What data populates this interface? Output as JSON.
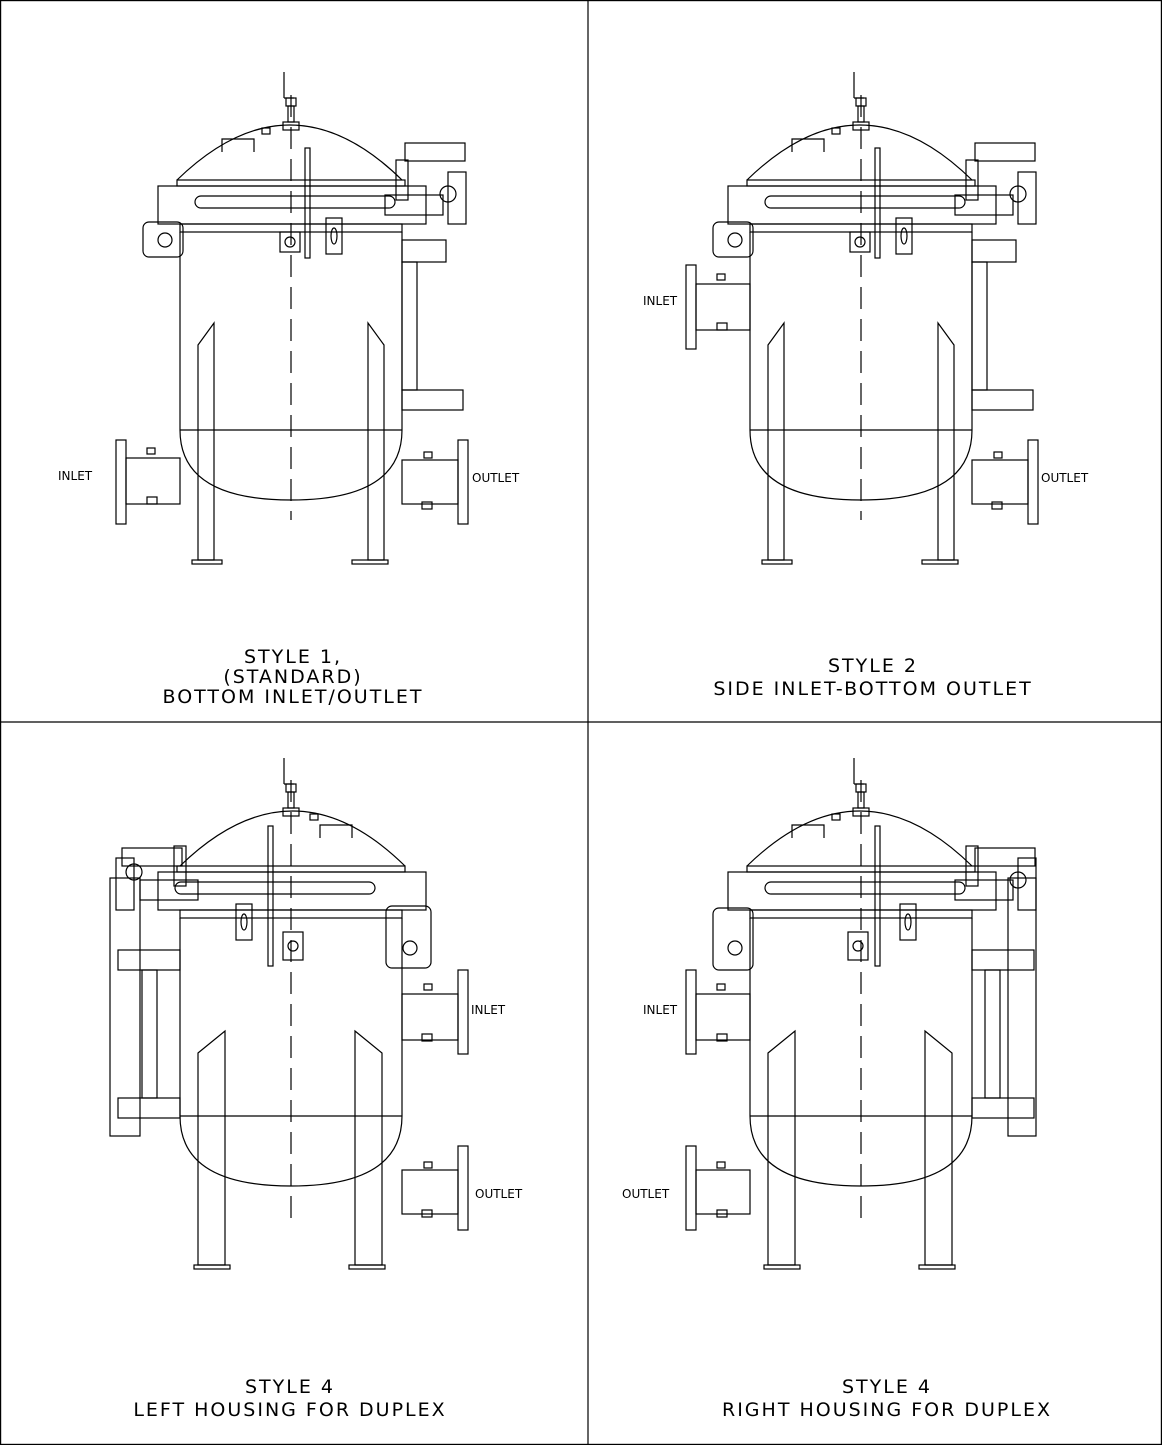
{
  "panels": [
    {
      "id": "style1",
      "caption": [
        "STYLE 1,",
        "(STANDARD)",
        "BOTTOM INLET/OUTLET"
      ],
      "labels": {
        "inlet": "INLET",
        "outlet": "OUTLET"
      }
    },
    {
      "id": "style2",
      "caption": [
        "STYLE 2",
        "SIDE INLET-BOTTOM OUTLET"
      ],
      "labels": {
        "inlet": "INLET",
        "outlet": "OUTLET"
      }
    },
    {
      "id": "style4-left",
      "caption": [
        "STYLE 4",
        "LEFT HOUSING FOR DUPLEX"
      ],
      "labels": {
        "inlet": "INLET",
        "outlet": "OUTLET"
      }
    },
    {
      "id": "style4-right",
      "caption": [
        "STYLE 4",
        "RIGHT HOUSING FOR DUPLEX"
      ],
      "labels": {
        "inlet": "INLET",
        "outlet": "OUTLET"
      }
    }
  ]
}
